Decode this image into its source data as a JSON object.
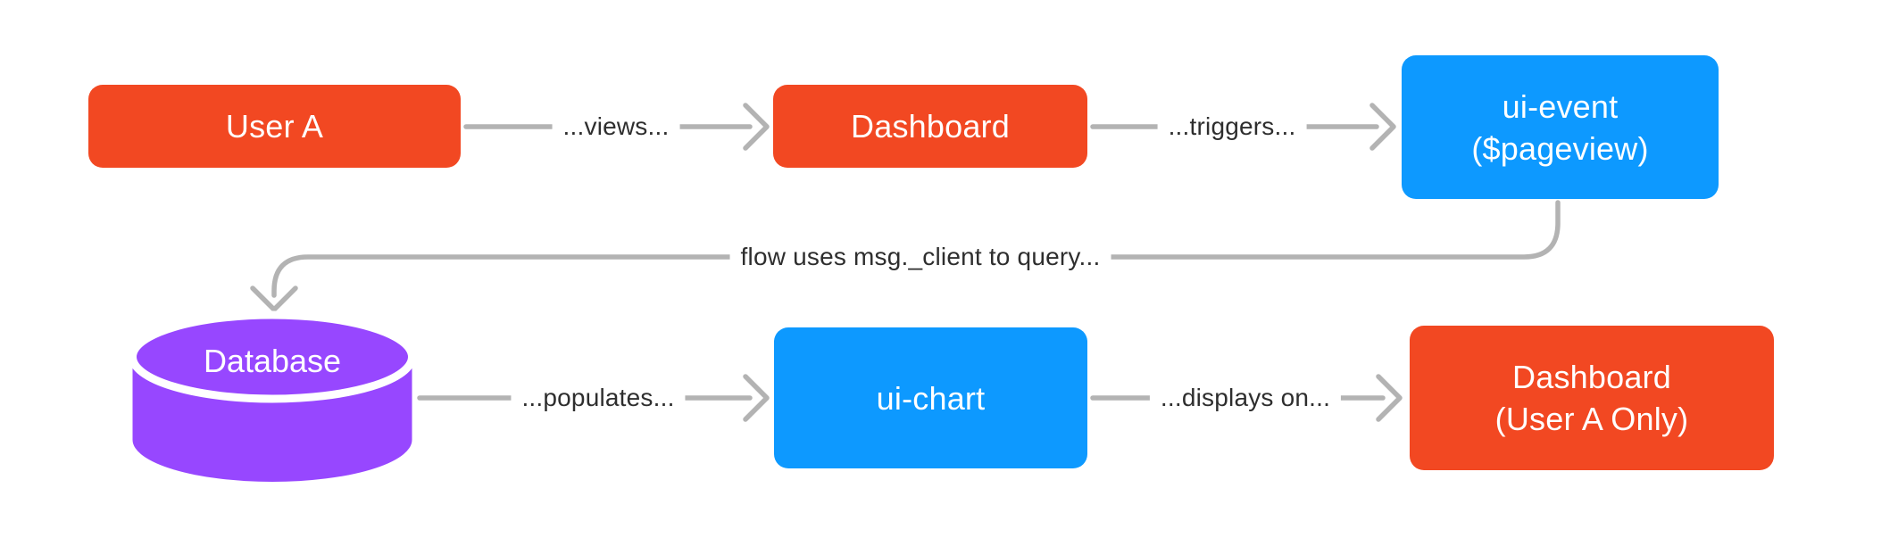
{
  "diagram": {
    "title": "",
    "nodes": [
      {
        "id": "user-a",
        "shape": "rect",
        "label": "User A"
      },
      {
        "id": "dashboard",
        "shape": "rect",
        "label": "Dashboard"
      },
      {
        "id": "ui-event",
        "shape": "rect",
        "label": "ui-event",
        "sublabel": "($pageview)"
      },
      {
        "id": "database",
        "shape": "cylinder",
        "label": "Database"
      },
      {
        "id": "ui-chart",
        "shape": "rect",
        "label": "ui-chart"
      },
      {
        "id": "dashboard-user-a",
        "shape": "rect",
        "label": "Dashboard",
        "sublabel": "(User A Only)"
      }
    ],
    "edges": [
      {
        "from": "user-a",
        "to": "dashboard",
        "label": "...views..."
      },
      {
        "from": "dashboard",
        "to": "ui-event",
        "label": "...triggers..."
      },
      {
        "from": "ui-event",
        "to": "database",
        "label": "flow uses msg._client to query..."
      },
      {
        "from": "database",
        "to": "ui-chart",
        "label": "...populates..."
      },
      {
        "from": "ui-chart",
        "to": "dashboard-user-a",
        "label": "...displays on..."
      }
    ],
    "colors": {
      "node_red": "#F24822",
      "node_blue": "#0D99FF",
      "node_purple": "#9747FF",
      "node_text": "#FFFFFF",
      "connector": "#B3B3B3",
      "label_text": "#2E2E2E",
      "background": "#FFFFFF"
    }
  }
}
